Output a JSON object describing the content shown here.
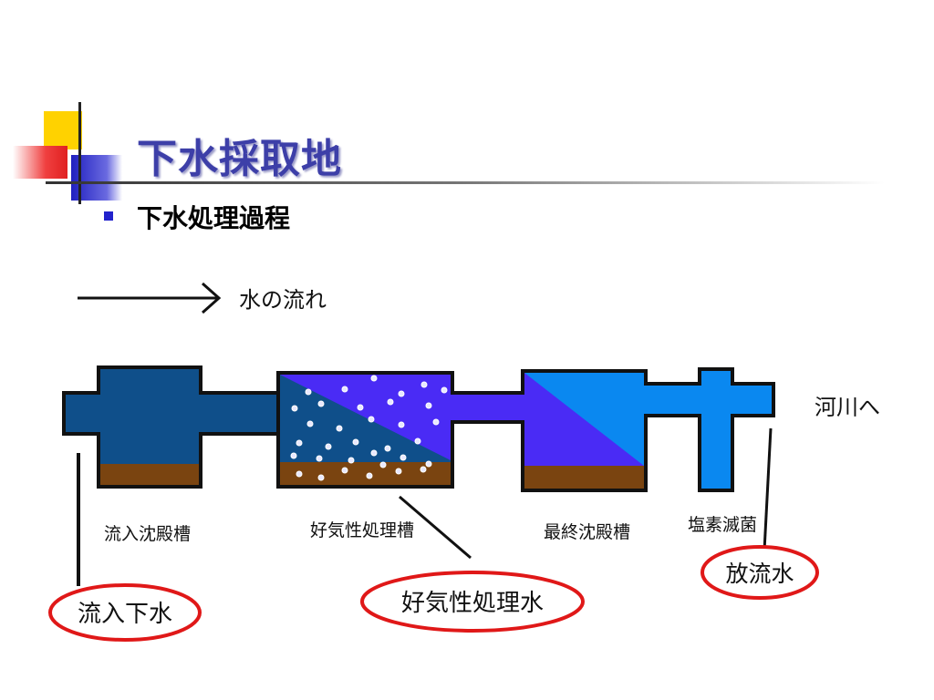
{
  "slide": {
    "title": "下水採取地",
    "bullet": "下水処理過程"
  },
  "diagram": {
    "flow_label": "水の流れ",
    "river_label": "河川へ",
    "tanks": [
      {
        "label": "流入沈殿槽"
      },
      {
        "label": "好気性処理槽"
      },
      {
        "label": "最終沈殿槽"
      },
      {
        "label": "塩素滅菌"
      }
    ],
    "callouts": [
      {
        "label": "流入下水"
      },
      {
        "label": "好気性処理水"
      },
      {
        "label": "放流水"
      }
    ],
    "colors": {
      "inflow": "#0f4f8a",
      "aerobic": "#4a2bf5",
      "final": "#0a88f0",
      "sludge": "#7a4410",
      "callout_ring": "#e01818",
      "title": "#3d3fa8"
    }
  }
}
